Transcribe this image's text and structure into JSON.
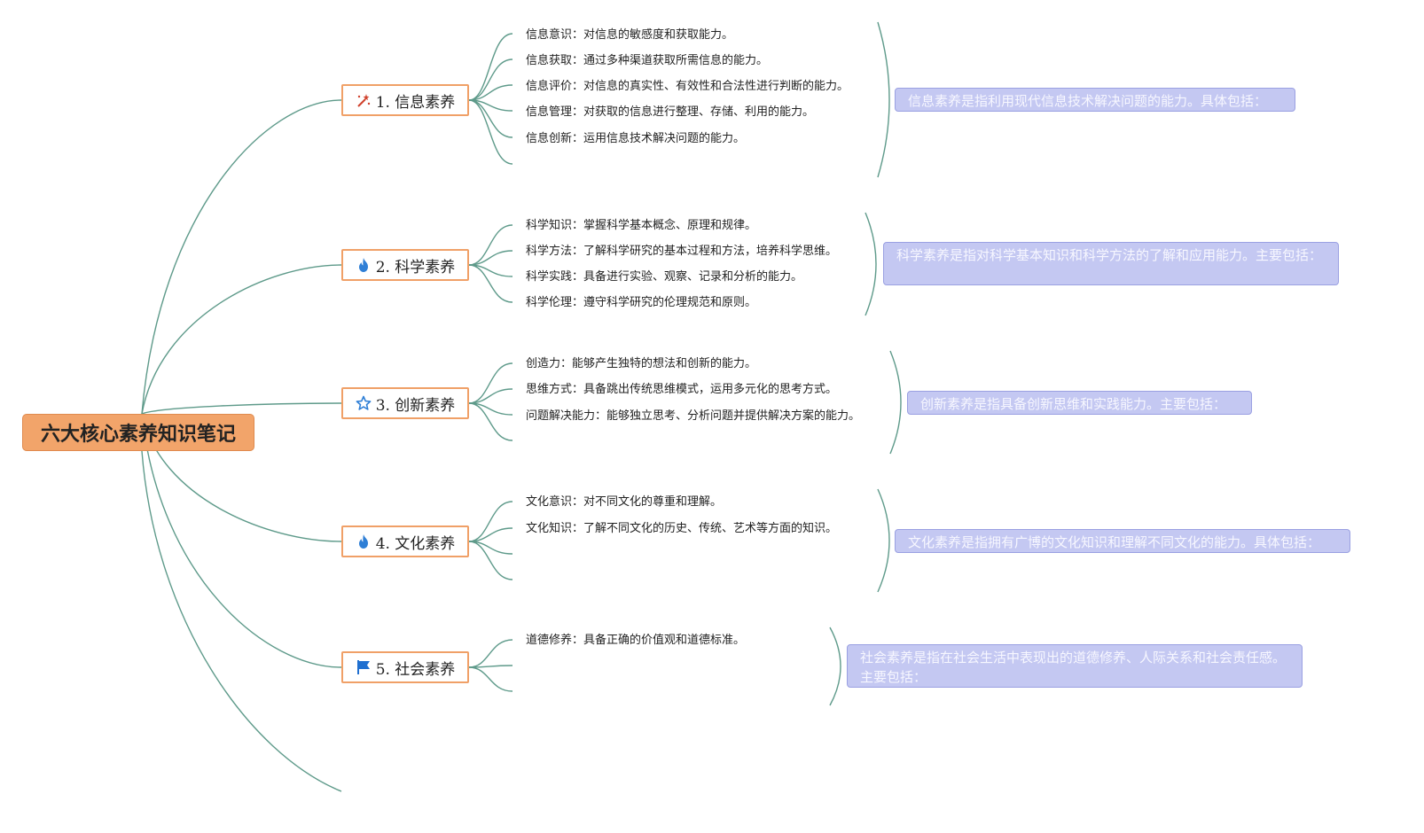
{
  "root": {
    "title": "六大核心素养知识笔记"
  },
  "colors": {
    "line": "#5e9a8a",
    "root_fill": "#f2a46a",
    "topic_border": "#f0a067",
    "note_fill": "#c4c8f2"
  },
  "topics": [
    {
      "label": "1. 信息素养",
      "icon": "magic-wand-icon",
      "items": [
        "信息意识：对信息的敏感度和获取能力。",
        "信息获取：通过多种渠道获取所需信息的能力。",
        "信息评价：对信息的真实性、有效性和合法性进行判断的能力。",
        "信息管理：对获取的信息进行整理、存储、利用的能力。",
        "信息创新：运用信息技术解决问题的能力。"
      ],
      "note": "信息素养是指利用现代信息技术解决问题的能力。具体包括："
    },
    {
      "label": "2. 科学素养",
      "icon": "flame-icon",
      "items": [
        "科学知识：掌握科学基本概念、原理和规律。",
        "科学方法：了解科学研究的基本过程和方法，培养科学思维。",
        "科学实践：具备进行实验、观察、记录和分析的能力。",
        "科学伦理：遵守科学研究的伦理规范和原则。"
      ],
      "note": "科学素养是指对科学基本知识和科学方法的了解和应用能力。主要包括："
    },
    {
      "label": "3. 创新素养",
      "icon": "star-outline-icon",
      "items": [
        "创造力：能够产生独特的想法和创新的能力。",
        "思维方式：具备跳出传统思维模式，运用多元化的思考方式。",
        "问题解决能力：能够独立思考、分析问题并提供解决方案的能力。"
      ],
      "note": "创新素养是指具备创新思维和实践能力。主要包括："
    },
    {
      "label": "4. 文化素养",
      "icon": "flame-icon",
      "items": [
        "文化意识：对不同文化的尊重和理解。",
        "文化知识：了解不同文化的历史、传统、艺术等方面的知识。"
      ],
      "note": "文化素养是指拥有广博的文化知识和理解不同文化的能力。具体包括："
    },
    {
      "label": "5. 社会素养",
      "icon": "flag-icon",
      "items": [
        "道德修养：具备正确的价值观和道德标准。"
      ],
      "note": "社会素养是指在社会生活中表现出的道德修养、人际关系和社会责任感。主要包括："
    }
  ]
}
